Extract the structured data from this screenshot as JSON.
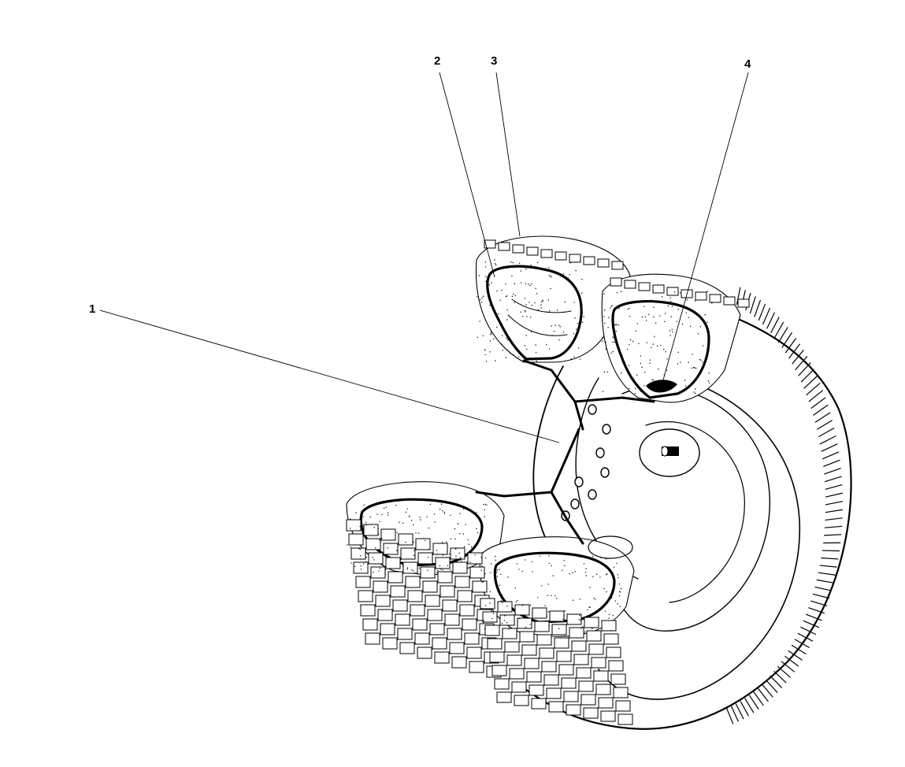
{
  "diagram": {
    "callouts": [
      {
        "id": "1",
        "label": "1"
      },
      {
        "id": "2",
        "label": "2"
      },
      {
        "id": "3",
        "label": "3"
      },
      {
        "id": "4",
        "label": "4"
      }
    ],
    "colors": {
      "ink": "#000000",
      "paper": "#ffffff"
    },
    "subject": "tire-wheel-cutaway-illustration"
  }
}
